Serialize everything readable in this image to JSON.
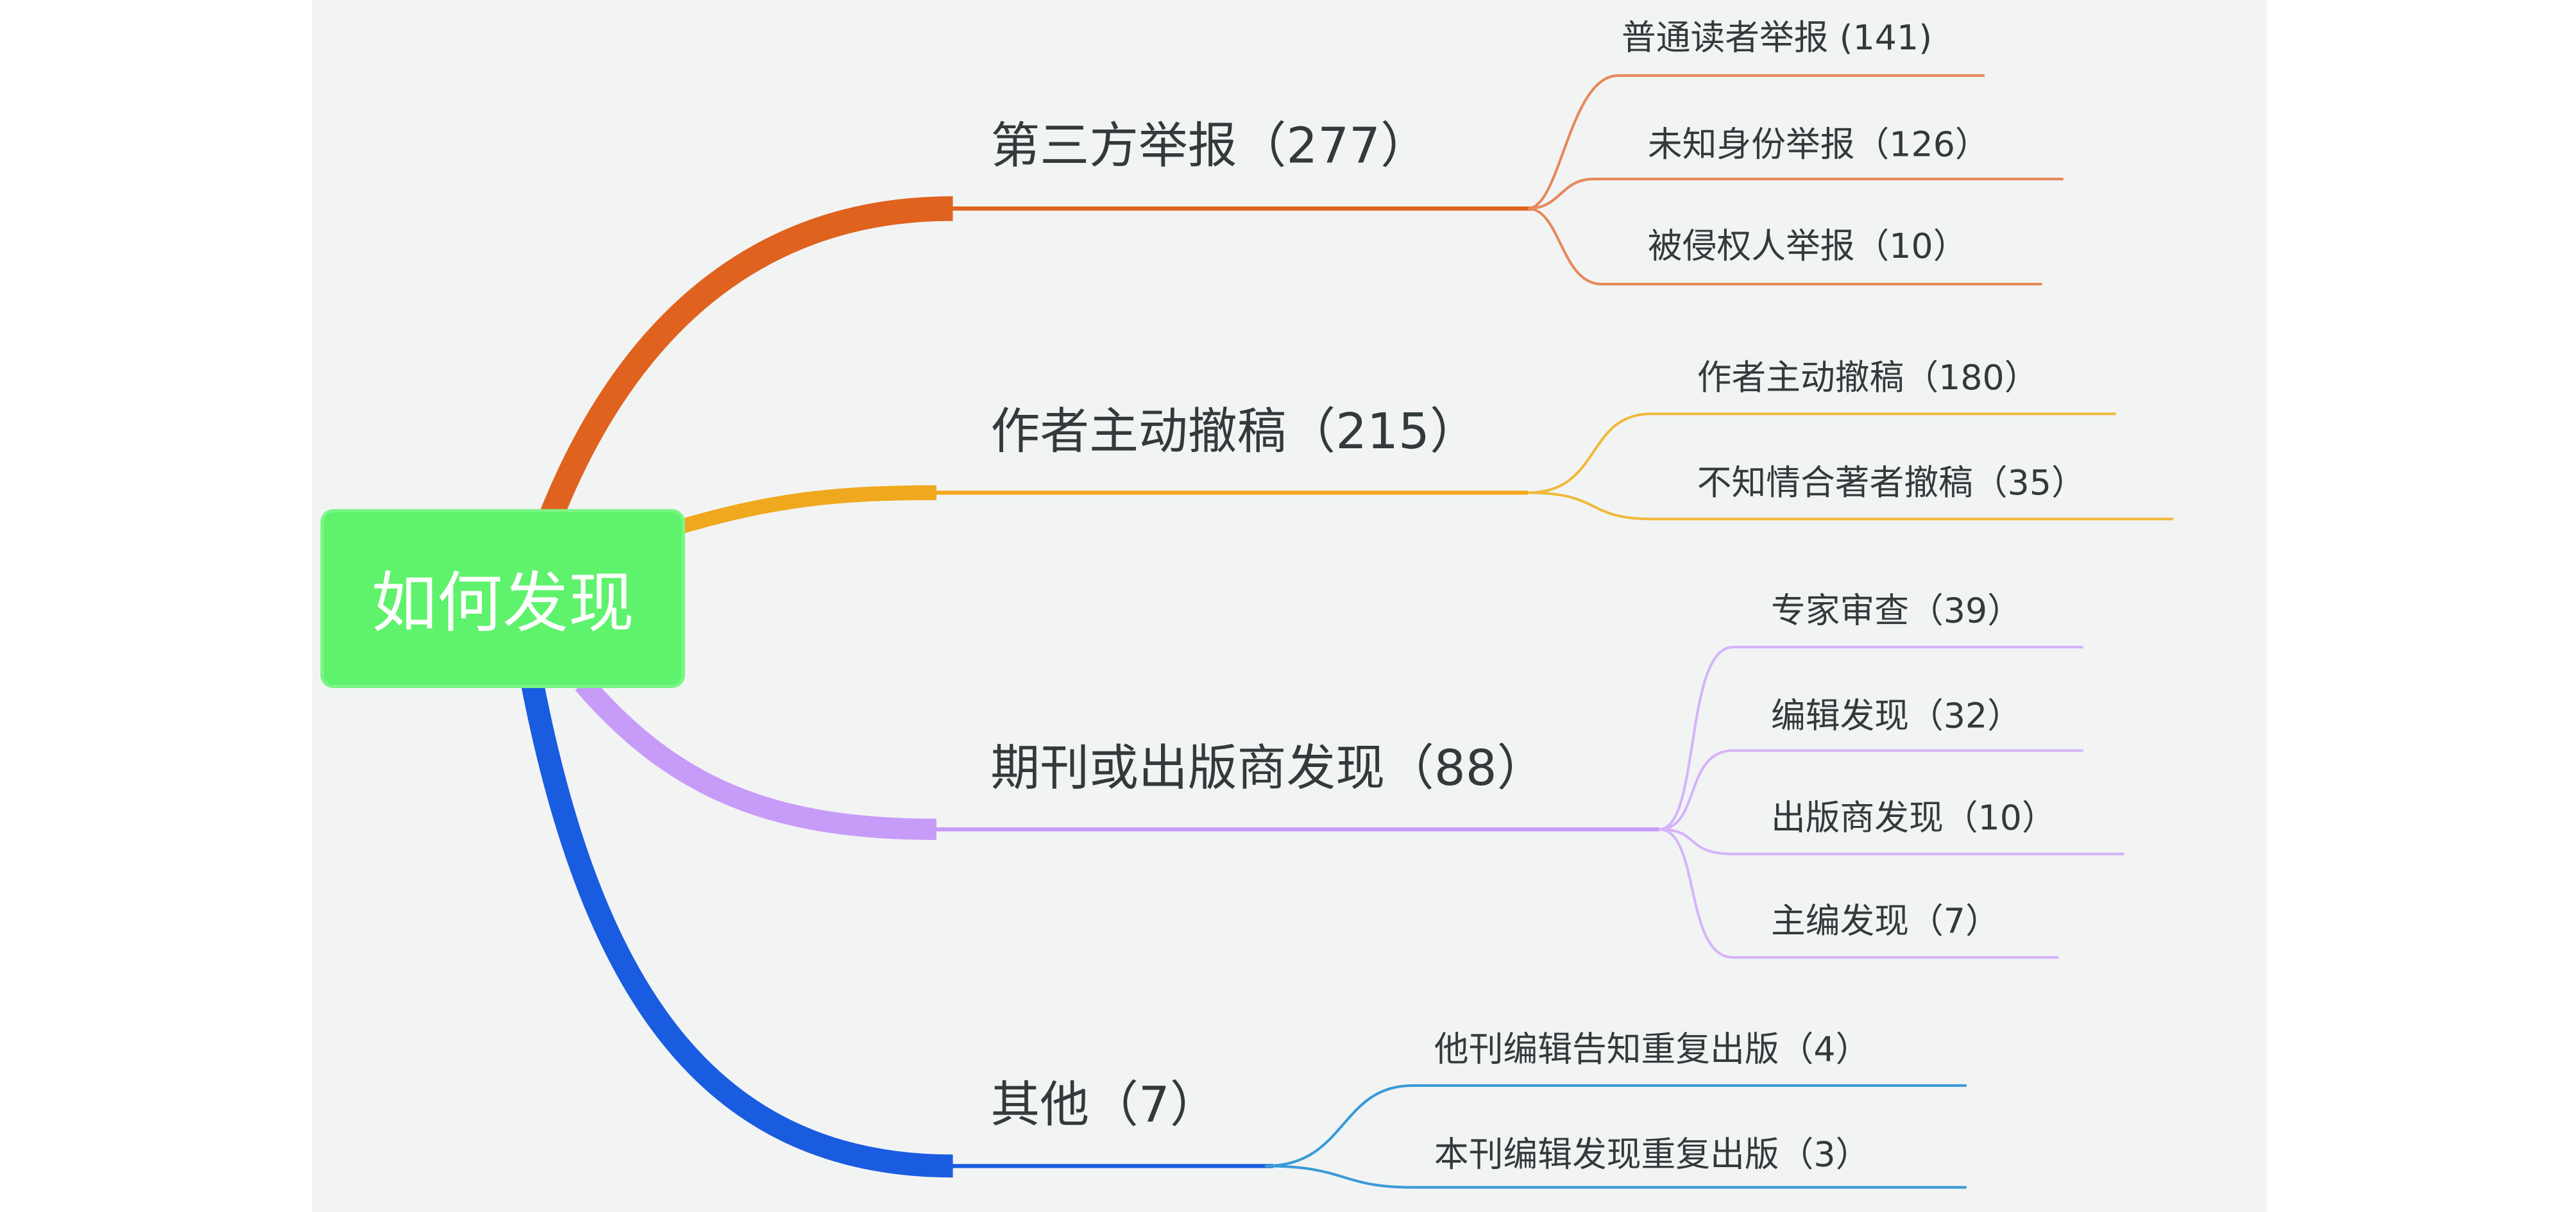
{
  "root": {
    "label": "如何发现",
    "color": "#5ff26c"
  },
  "branches": [
    {
      "label": "第三方举报（277）",
      "color": "#e0621f",
      "children": [
        {
          "label": "普通读者举报 (141)"
        },
        {
          "label": "未知身份举报（126）"
        },
        {
          "label": "被侵权人举报（10）"
        }
      ]
    },
    {
      "label": "作者主动撤稿（215）",
      "color": "#f0a81e",
      "children": [
        {
          "label": "作者主动撤稿（180）"
        },
        {
          "label": "不知情合著者撤稿（35）"
        }
      ]
    },
    {
      "label": "期刊或出版商发现（88）",
      "color": "#c79cf8",
      "children": [
        {
          "label": "专家审查（39）"
        },
        {
          "label": "编辑发现（32）"
        },
        {
          "label": "出版商发现（10）"
        },
        {
          "label": "主编发现（7）"
        }
      ]
    },
    {
      "label": "其他（7）",
      "color": "#1a5ce0",
      "children": [
        {
          "label": "他刊编辑告知重复出版（4）"
        },
        {
          "label": "本刊编辑发现重复出版（3）"
        }
      ]
    }
  ]
}
